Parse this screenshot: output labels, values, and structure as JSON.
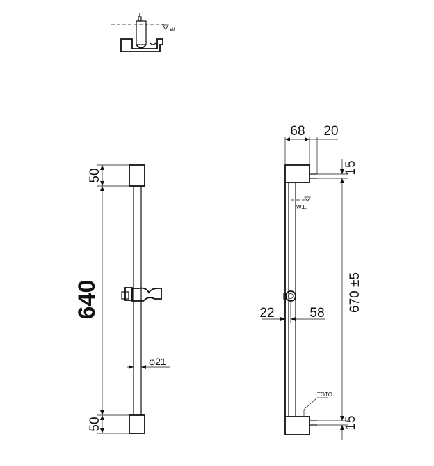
{
  "drawing": {
    "top_view": {
      "water_level_label": "W.L."
    },
    "front_view": {
      "dim_top_cap": "50",
      "dim_rail_length": "640",
      "dim_bottom_cap": "50",
      "dim_diameter": "φ21"
    },
    "side_view": {
      "dim_depth": "68",
      "dim_wall": "20",
      "dim_top_offset": "15",
      "dim_total_length": "670 ±5",
      "dim_bottom_offset": "15",
      "dim_left": "22",
      "dim_right": "58",
      "water_level_label": "W.L.",
      "brand_label": "TOTO"
    }
  }
}
